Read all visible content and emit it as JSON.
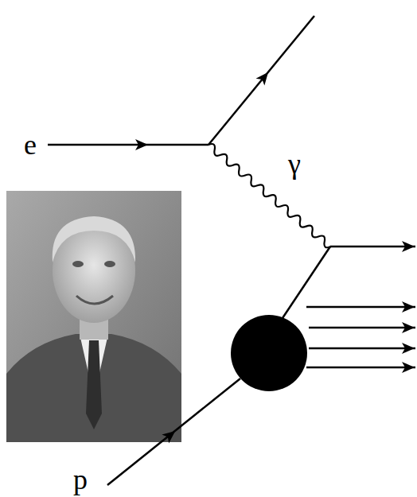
{
  "diagram": {
    "labels": [
      "e",
      "γ",
      "p"
    ]
  }
}
